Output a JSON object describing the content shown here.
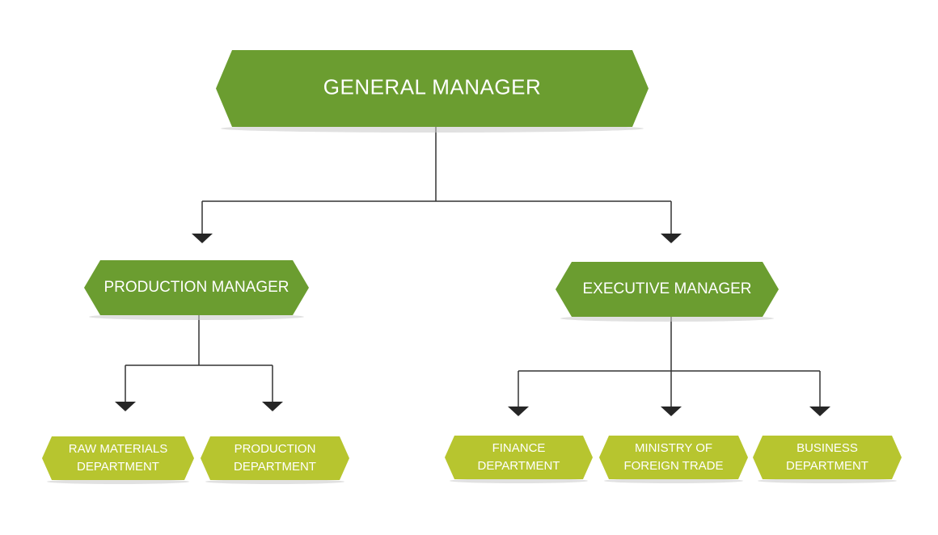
{
  "colors": {
    "dark_green": "#6b9d30",
    "light_green": "#b7c52f",
    "connector": "#333333",
    "arrow": "#262626",
    "shadow": "#c8c8c8"
  },
  "org_chart": {
    "root": {
      "label": "GENERAL MANAGER",
      "children": [
        {
          "label": "PRODUCTION MANAGER",
          "children": [
            {
              "label_lines": [
                "RAW MATERIALS",
                "DEPARTMENT"
              ]
            },
            {
              "label_lines": [
                "PRODUCTION",
                "DEPARTMENT"
              ]
            }
          ]
        },
        {
          "label": "EXECUTIVE MANAGER",
          "children": [
            {
              "label_lines": [
                "FINANCE",
                "DEPARTMENT"
              ]
            },
            {
              "label_lines": [
                "MINISTRY OF",
                "FOREIGN TRADE"
              ]
            },
            {
              "label_lines": [
                "BUSINESS",
                "DEPARTMENT"
              ]
            }
          ]
        }
      ]
    }
  }
}
